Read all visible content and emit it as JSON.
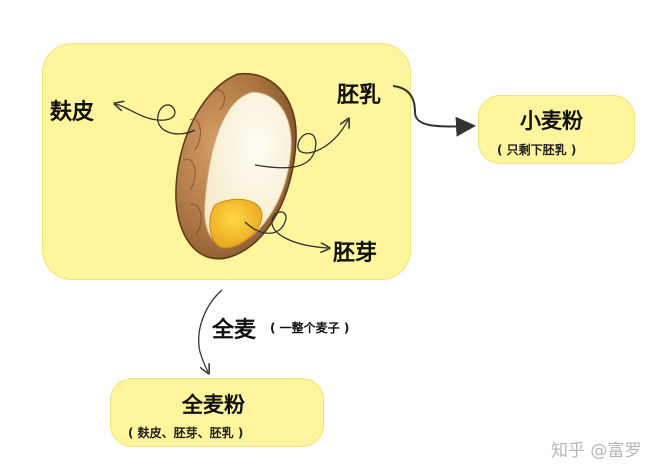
{
  "labels": {
    "bran": "麸皮",
    "endosperm": "胚乳",
    "germ": "胚芽",
    "whole_wheat": "全麦",
    "whole_wheat_note": "( 一整个麦子 )"
  },
  "boxes": {
    "flour_title": "小麦粉",
    "flour_note": "( 只剩下胚乳 )",
    "whole_flour_title": "全麦粉",
    "whole_flour_note": "( 麸皮、胚芽、胚乳 )"
  },
  "watermark": "知乎 @富罗",
  "colors": {
    "box_fill": "#fff59d",
    "bran": "#a9733f",
    "endosperm": "#fdf6e0",
    "germ": "#f4b81f"
  }
}
